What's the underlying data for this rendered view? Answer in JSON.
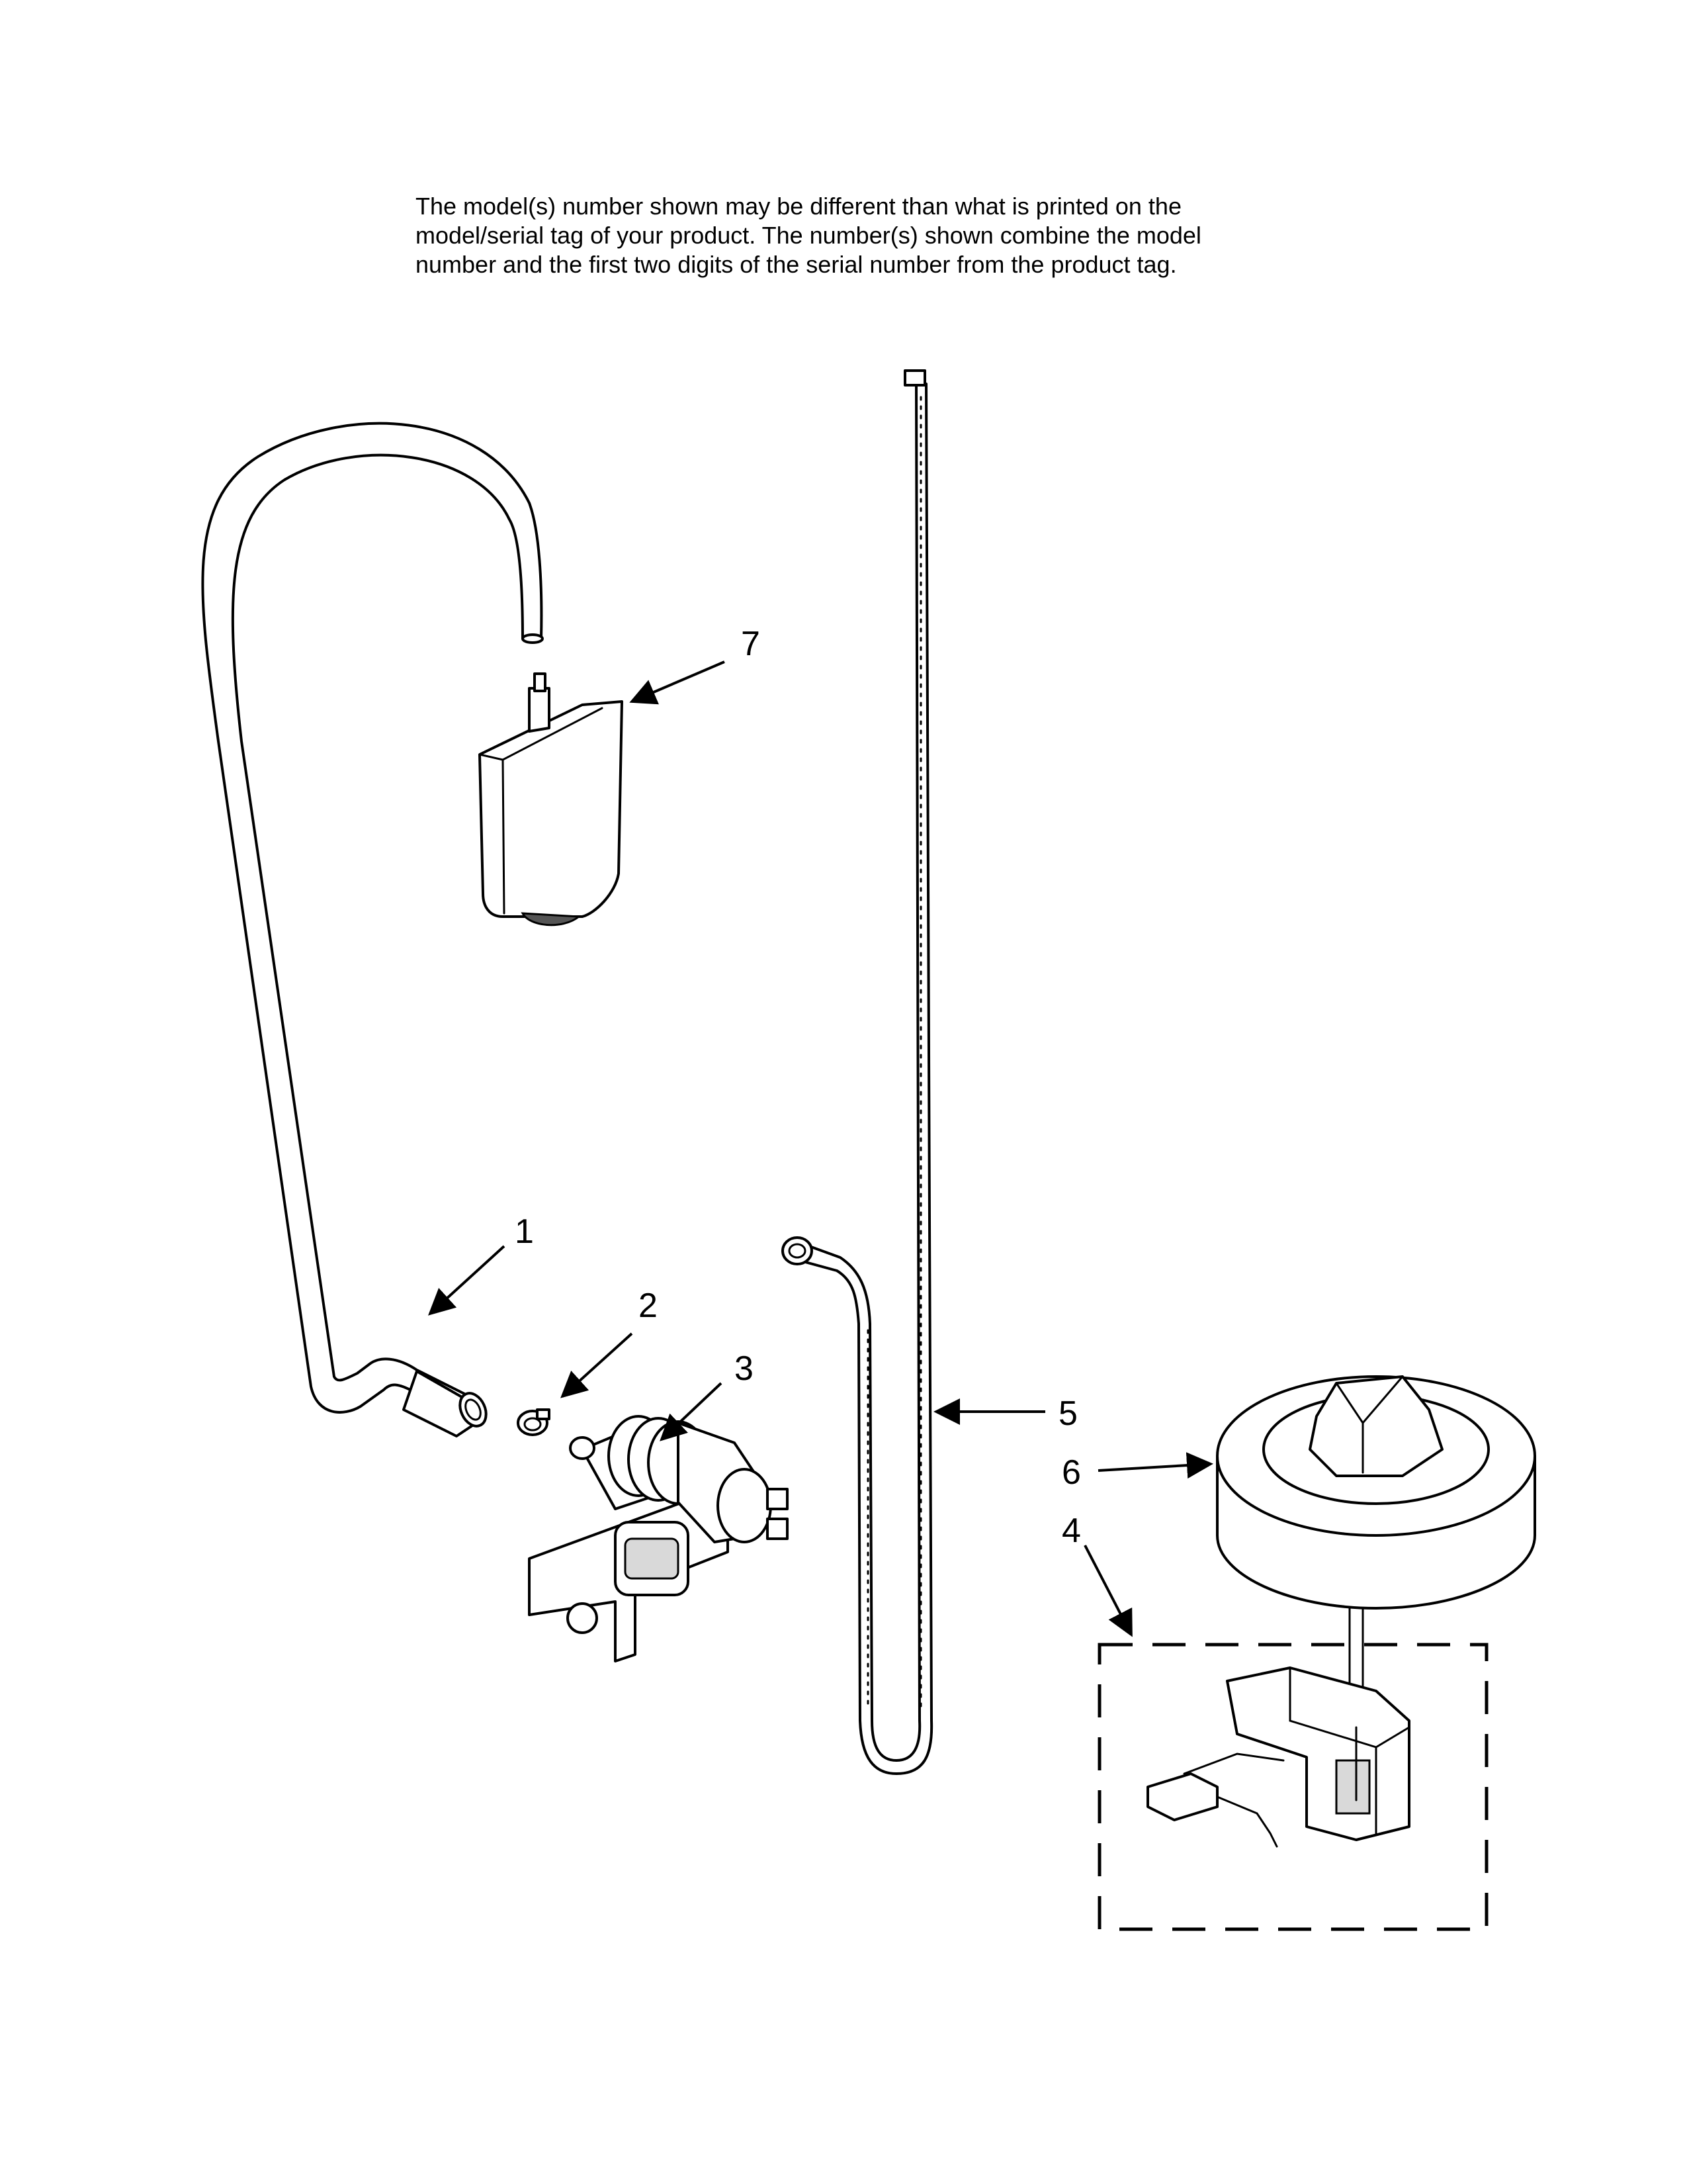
{
  "disclaimer": {
    "lines": [
      "The model(s) number shown may be different than what is printed on the",
      "model/serial tag of your product. The number(s) shown combine the model",
      "number and the first two digits of the serial number from the product tag."
    ]
  },
  "callouts": {
    "hose": "1",
    "clamp": "2",
    "valve": "3",
    "switch_assembly": "4",
    "tube": "5",
    "float": "6",
    "vent": "7"
  }
}
